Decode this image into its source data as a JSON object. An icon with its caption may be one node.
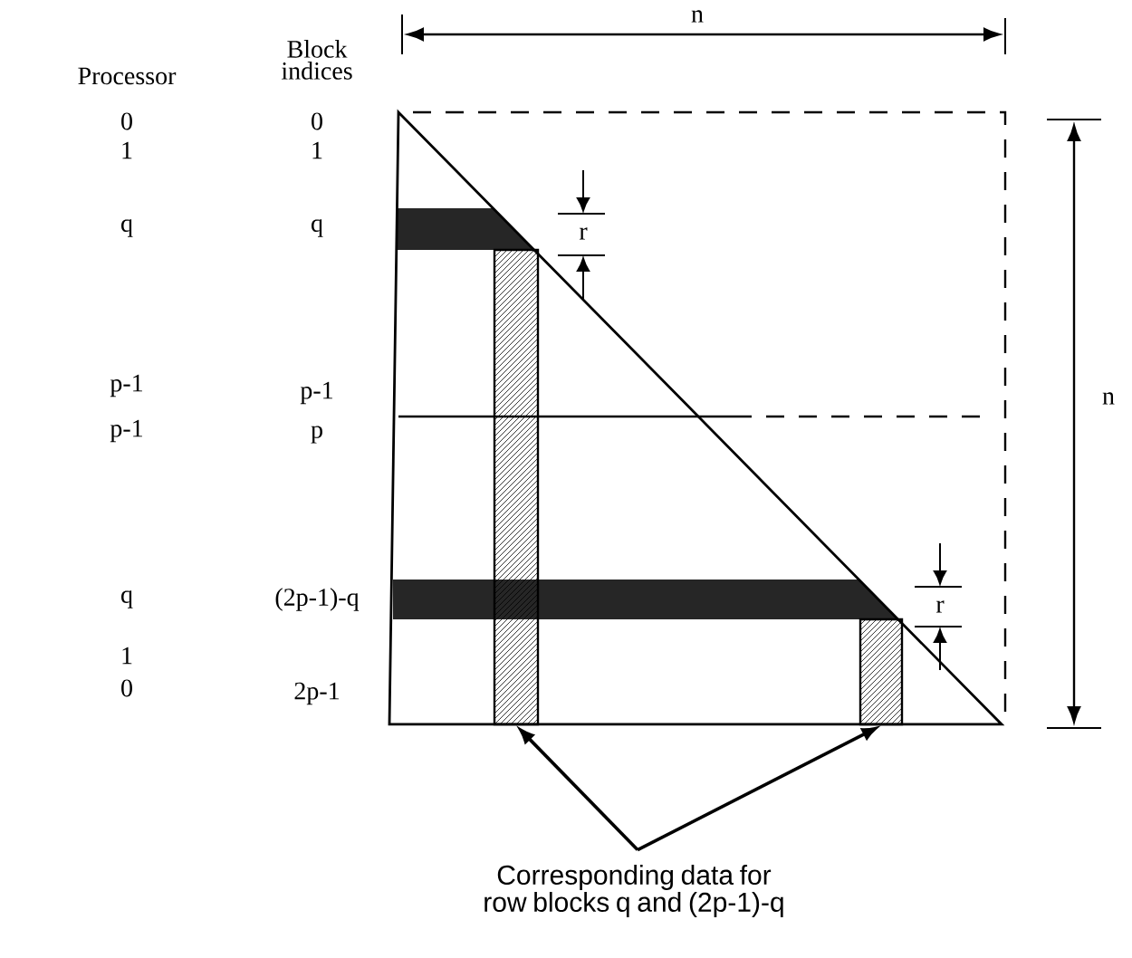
{
  "diagram": {
    "nodes": [
      {
        "text": [
          "Corresponding data for row blocks q and (2p-1)-q"
        ]
      },
      {
        "text": [],
        "shape": "bar"
      },
      {
        "text": [],
        "shape": "bar"
      }
    ],
    "edges": [
      {
        "from": 0,
        "to": 1,
        "arrow": "to"
      },
      {
        "from": 0,
        "to": 2,
        "arrow": "to"
      }
    ],
    "labels": [
      "Block indices",
      "n",
      "Processor",
      "0",
      "0",
      "1",
      "1",
      "q",
      "q",
      "r",
      "p-1",
      "p-1",
      "n",
      "p-1",
      "p",
      "q",
      "(2p-1)-q",
      "r",
      "1",
      "0",
      "2p-1"
    ]
  }
}
